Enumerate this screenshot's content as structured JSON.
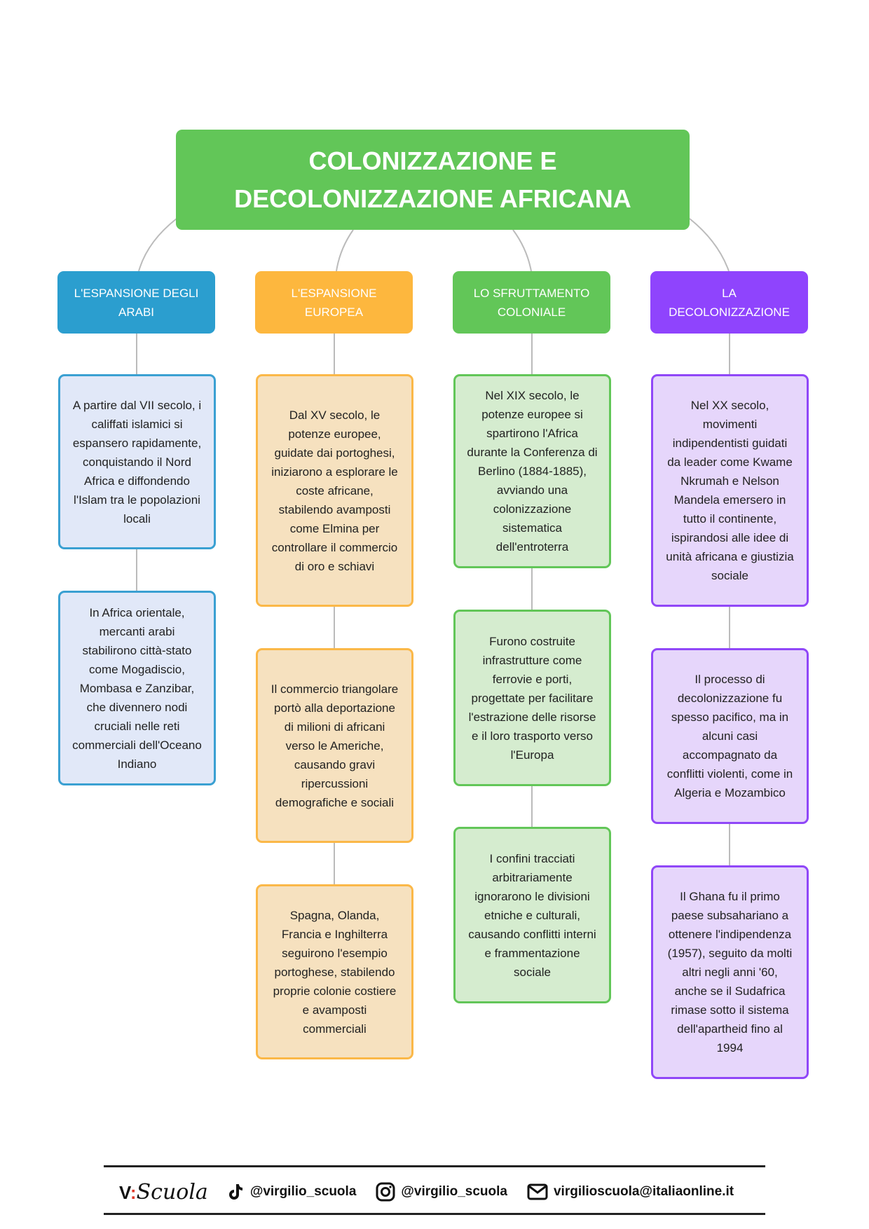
{
  "title": "COLONIZZAZIONE E DECOLONIZZAZIONE AFRICANA",
  "colors": {
    "blue": "#2b9ecf",
    "orange": "#fdb73e",
    "green": "#62c658",
    "purple": "#8f44fd"
  },
  "columns": [
    {
      "header": "L'ESPANSIONE DEGLI ARABI",
      "items": [
        "A partire dal VII secolo, i califfati islamici si espansero rapidamente, conquistando il Nord Africa e diffondendo l'Islam tra le popolazioni locali",
        "In Africa orientale, mercanti arabi stabilirono città-stato come Mogadiscio, Mombasa e Zanzibar, che divennero nodi cruciali nelle reti commerciali dell'Oceano Indiano"
      ]
    },
    {
      "header": "L'ESPANSIONE EUROPEA",
      "items": [
        "Dal XV secolo, le potenze europee, guidate dai portoghesi, iniziarono a esplorare le coste africane, stabilendo avamposti come Elmina per controllare il commercio di oro e schiavi",
        "Il commercio triangolare portò alla deportazione di milioni di africani verso le Americhe, causando gravi ripercussioni demografiche e sociali",
        "Spagna, Olanda, Francia e Inghilterra seguirono l'esempio portoghese, stabilendo proprie colonie costiere e avamposti commerciali"
      ]
    },
    {
      "header": "LO SFRUTTAMENTO COLONIALE",
      "items": [
        "Nel XIX secolo, le potenze europee si spartirono l'Africa durante la Conferenza di Berlino (1884-1885), avviando una colonizzazione sistematica dell'entroterra",
        "Furono costruite infrastrutture come ferrovie e porti, progettate per facilitare l'estrazione delle risorse e il loro trasporto verso l'Europa",
        "I confini tracciati arbitrariamente ignorarono le divisioni etniche e culturali, causando conflitti interni e frammentazione sociale"
      ]
    },
    {
      "header": "LA DECOLONIZZAZIONE",
      "items": [
        "Nel XX secolo, movimenti indipendentisti guidati da leader come Kwame Nkrumah e Nelson Mandela emersero in tutto il continente, ispirandosi alle idee di unità africana e giustizia sociale",
        "Il processo di decolonizzazione fu spesso pacifico, ma in alcuni casi accompagnato da conflitti violenti, come in Algeria e Mozambico",
        "Il Ghana fu il primo paese subsahariano a ottenere l'indipendenza (1957), seguito da molti altri negli anni '60, anche se il Sudafrica rimase sotto il sistema dell'apartheid fino al 1994"
      ]
    }
  ],
  "footer": {
    "logo": "V:Scuola",
    "tiktok": "@virgilio_scuola",
    "instagram": "@virgilio_scuola",
    "email": "virgilioscuola@italiaonline.it"
  }
}
